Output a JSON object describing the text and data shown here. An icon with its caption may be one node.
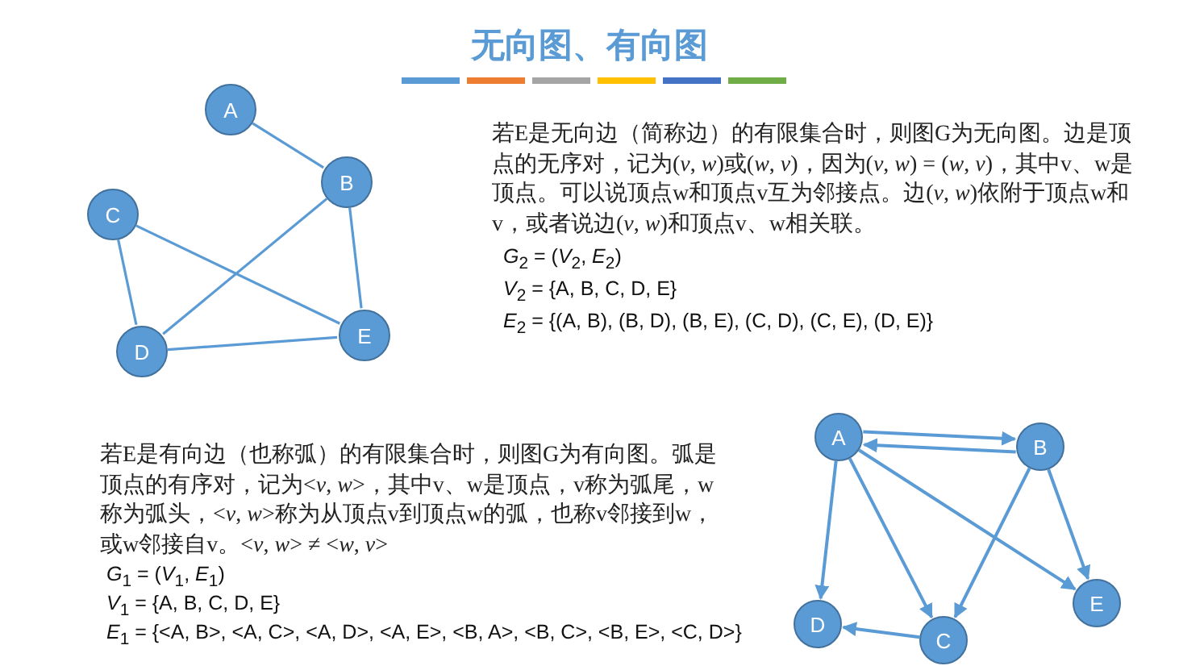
{
  "diagram": {
    "title": "无向图、有向图",
    "nodes": [
      {
        "text": [
          "A"
        ]
      },
      {
        "text": [
          "B"
        ]
      },
      {
        "text": [
          "C"
        ]
      },
      {
        "text": [
          "D"
        ]
      },
      {
        "text": [
          "E"
        ]
      },
      {
        "text": [
          "A"
        ]
      },
      {
        "text": [
          "B"
        ]
      },
      {
        "text": [
          "C"
        ]
      },
      {
        "text": [
          "D"
        ]
      },
      {
        "text": [
          "E"
        ]
      }
    ],
    "edges": [
      {
        "from": 0,
        "to": 1,
        "arrow": "none"
      },
      {
        "from": 1,
        "to": 3,
        "arrow": "none"
      },
      {
        "from": 1,
        "to": 4,
        "arrow": "none"
      },
      {
        "from": 2,
        "to": 3,
        "arrow": "none"
      },
      {
        "from": 2,
        "to": 4,
        "arrow": "none"
      },
      {
        "from": 3,
        "to": 4,
        "arrow": "none"
      },
      {
        "from": 5,
        "to": 6,
        "arrow": "to"
      },
      {
        "from": 5,
        "to": 7,
        "arrow": "to"
      },
      {
        "from": 5,
        "to": 8,
        "arrow": "to"
      },
      {
        "from": 5,
        "to": 9,
        "arrow": "to"
      },
      {
        "from": 6,
        "to": 5,
        "arrow": "to"
      },
      {
        "from": 6,
        "to": 7,
        "arrow": "to"
      },
      {
        "from": 6,
        "to": 9,
        "arrow": "to"
      },
      {
        "from": 7,
        "to": 8,
        "arrow": "to"
      }
    ],
    "labels": [
      "若E是无向边（简称边）的有限集合时，则图G为无向图。边是顶点的无序对，记为(*v*, *w*)或(*w*, *v*)，因为(*v*, *w*) = (*w*, *v*)，其中v、w是顶点。可以说顶点w和顶点v互为邻接点。边(*v*, *w*)依附于顶点w和v，或者说边(*v*, *w*)和顶点v、w相关联。",
      "*G*$_{2}$ = (*V*$_{2}$, *E*$_{2}$)",
      "*V*$_{2}$ = {A, B, C, D, E}",
      "*E*$_{2}$ = {(A, B), (B, D), (B, E), (C, D), (C, E), (D, E)}",
      "若E是有向边（也称弧）的有限集合时，则图G为有向图。弧是顶点的有序对，记为<*v*, *w*>，其中v、w是顶点，v称为弧尾，w称为弧头，<*v*, *w*>称为从顶点v到顶点w的弧，也称v邻接到w，或w邻接自v。<*v*, *w*> ≠ <*w*, *v*>",
      "*G*$_{1}$ = (*V*$_{1}$, *E*$_{1}$)",
      "*V*$_{1}$ = {A, B, C, D, E}",
      "*E*$_{1}$ = {<A, B>, <A, C>, <A, D>, <A, E>, <B, A>, <B, C>, <B, E>, <C, D>}"
    ]
  }
}
